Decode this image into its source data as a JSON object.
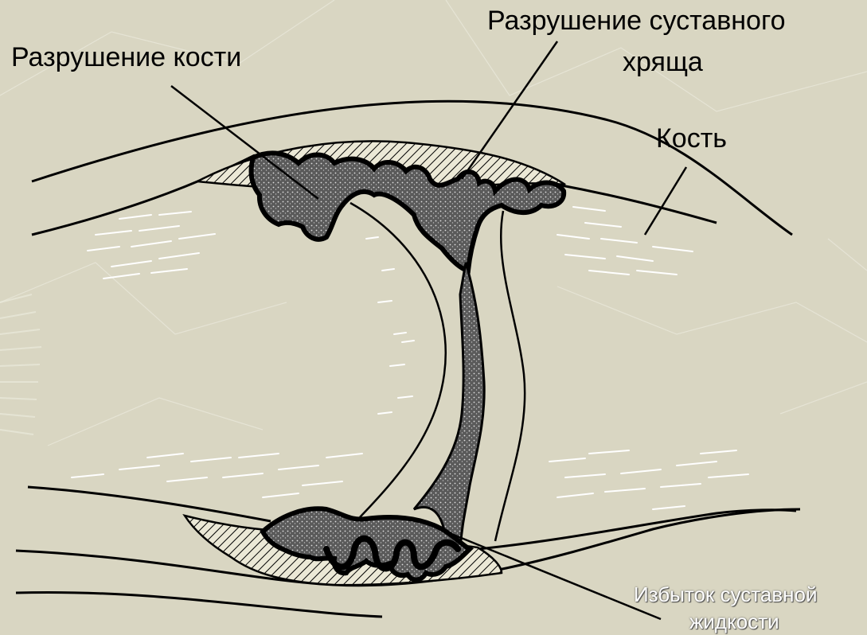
{
  "labels": {
    "bone_destruction": "Разрушение кости",
    "cartilage_destruction_line1": "Разрушение суставного",
    "cartilage_destruction_line2": "хряща",
    "bone": "Кость",
    "excess_fluid_line1": "Избыток суставной",
    "excess_fluid_line2": "жидкости"
  },
  "colors": {
    "background": "#d9d6c2",
    "ink": "#000000",
    "pannus": "#333333",
    "fluid_label": "#ffffff"
  }
}
